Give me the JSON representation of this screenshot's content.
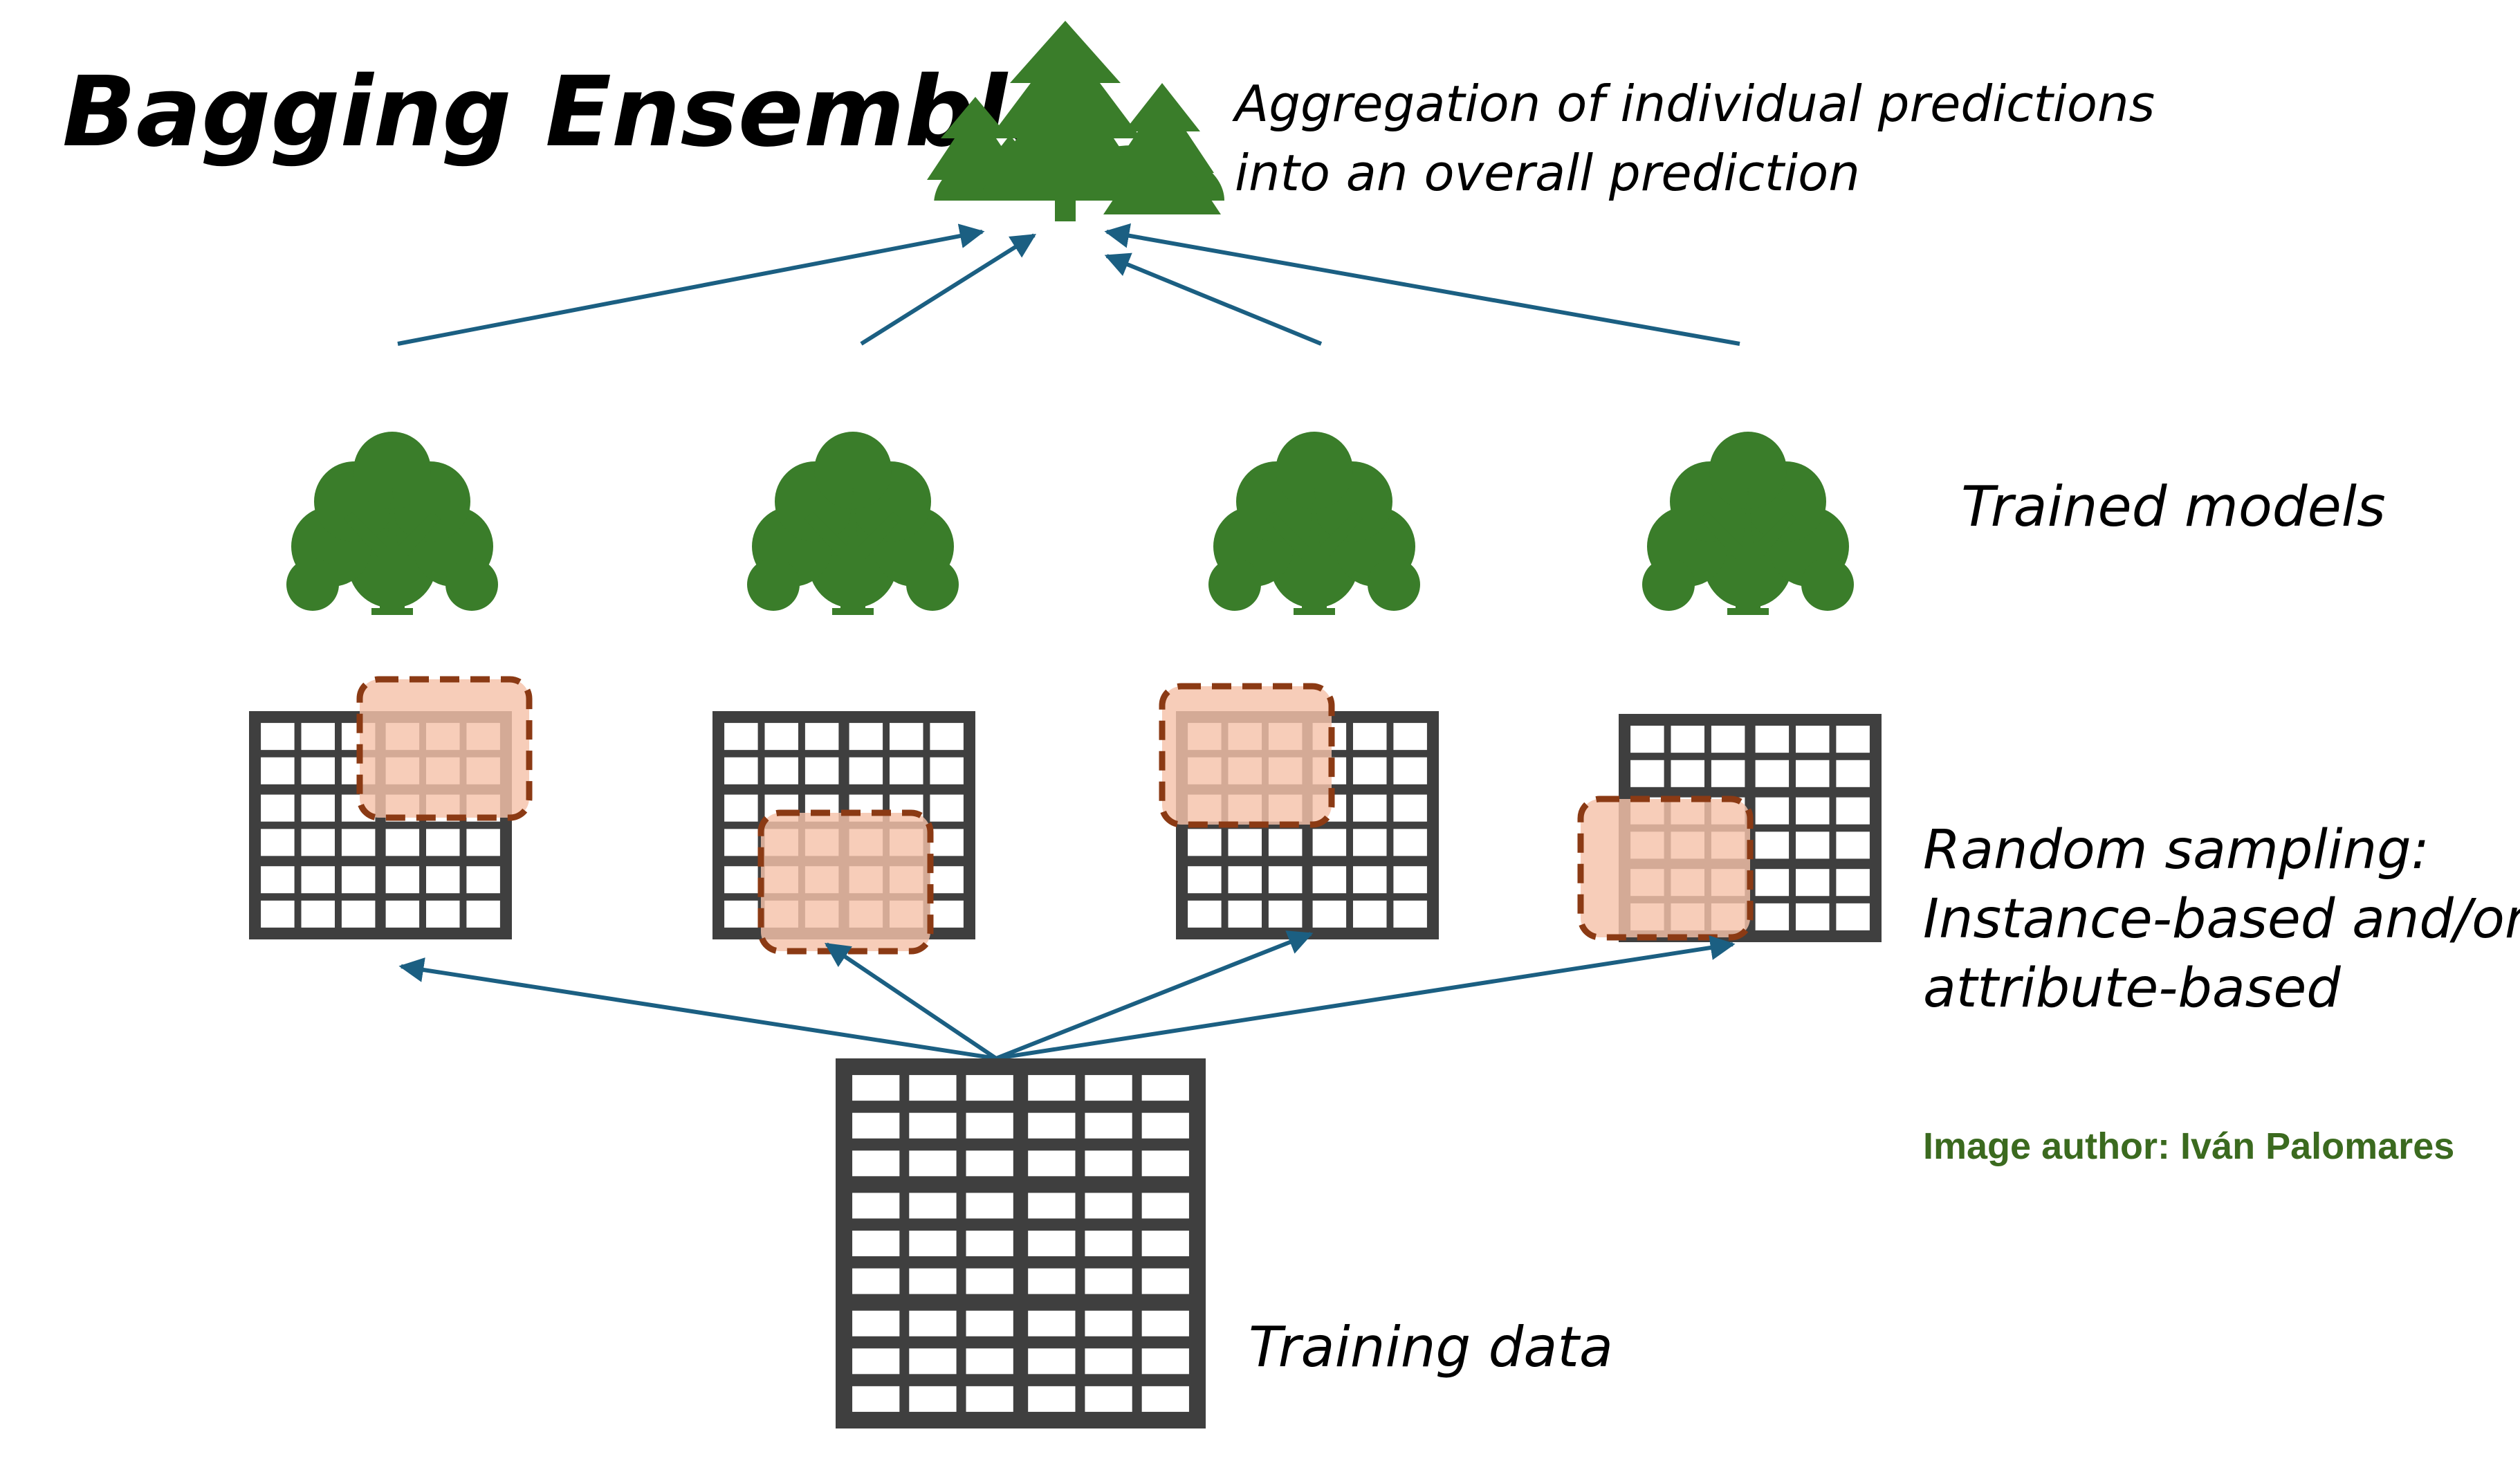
{
  "title": "Bagging Ensemble",
  "aggregation_text": {
    "line1": "Aggregation of individual predictions",
    "line2": "into an overall prediction"
  },
  "trained_models_label": "Trained models",
  "sampling_label": {
    "line1": "Random sampling:",
    "line2": "Instance-based and/or",
    "line3": "attribute-based"
  },
  "author_credit": "Image author: Iván Palomares",
  "training_data_label": "Training data",
  "icons": {
    "forest": "forest-icon",
    "tree": "tree-icon",
    "table": "data-table-icon"
  },
  "colors": {
    "text": "#000000",
    "arrow": "#1b5f82",
    "tree": "#3a7d2a",
    "table": "#3f3f3f",
    "sample_fill": "#f5c2a9",
    "sample_border": "#8b3a14",
    "credit": "#3b6a1f"
  }
}
